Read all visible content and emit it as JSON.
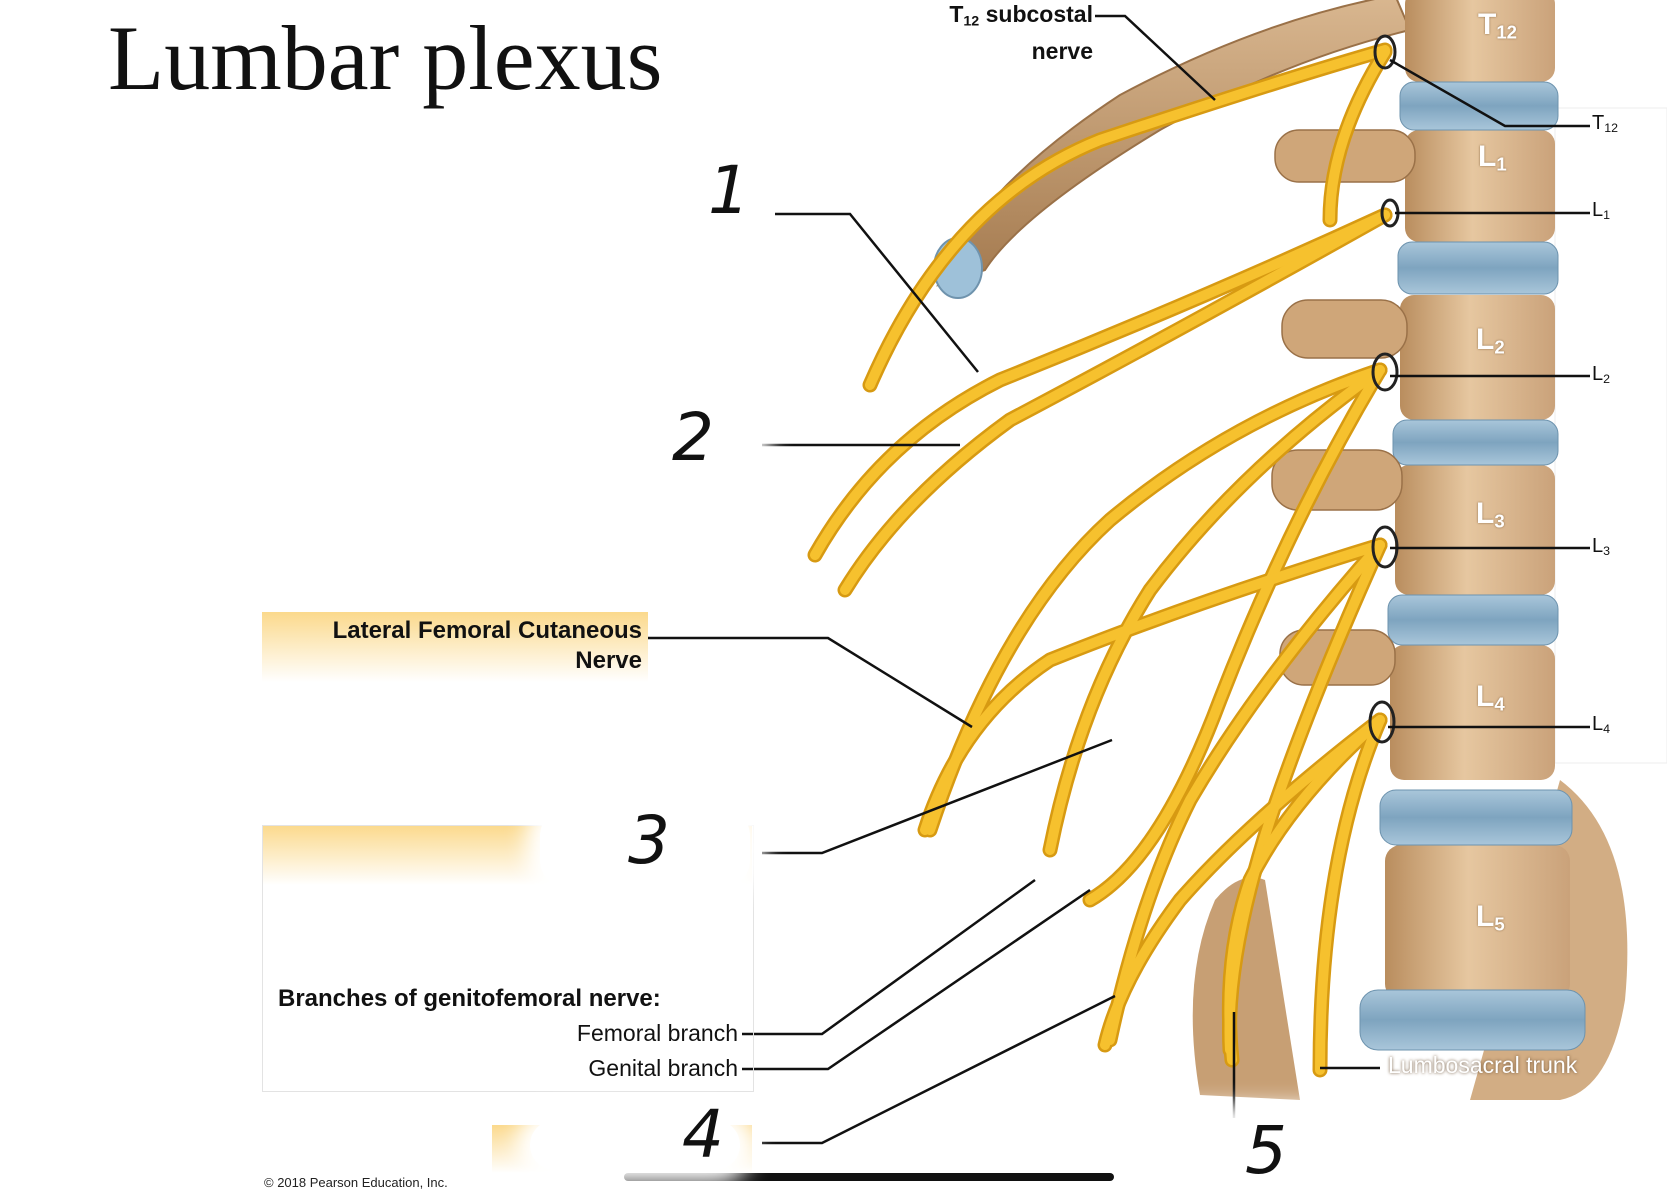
{
  "title": "Lumbar plexus",
  "labels": {
    "t12_subcostal_line1": "subcostal",
    "t12_subcostal_prefix": "T",
    "t12_subcostal_sub": "12",
    "t12_subcostal_line2": "nerve",
    "lateral_femoral_line1": "Lateral Femoral Cutaneous",
    "lateral_femoral_line2": "Nerve",
    "genitofemoral_heading": "Branches of genitofemoral nerve:",
    "femoral_branch": "Femoral branch",
    "genital_branch": "Genital branch",
    "lumbosacral_trunk": "Lumbosacral trunk",
    "copyright": "© 2018 Pearson Education, Inc."
  },
  "vertebrae": [
    {
      "letter": "T",
      "sub": "12"
    },
    {
      "letter": "L",
      "sub": "1"
    },
    {
      "letter": "L",
      "sub": "2"
    },
    {
      "letter": "L",
      "sub": "3"
    },
    {
      "letter": "L",
      "sub": "4"
    },
    {
      "letter": "L",
      "sub": "5"
    }
  ],
  "root_levels": [
    {
      "letter": "T",
      "sub": "12"
    },
    {
      "letter": "L",
      "sub": "1"
    },
    {
      "letter": "L",
      "sub": "2"
    },
    {
      "letter": "L",
      "sub": "3"
    },
    {
      "letter": "L",
      "sub": "4"
    }
  ],
  "handwritten": [
    "1",
    "2",
    "3",
    "4",
    "5"
  ],
  "colors": {
    "nerve": "#f6c12e",
    "nerve_outline": "#d79a12",
    "bone": "#d8b48a",
    "bone_shadow": "#a57a4d",
    "disc": "#8fb3cc",
    "leader": "#111111",
    "panel_accent": "#fbd98c"
  }
}
